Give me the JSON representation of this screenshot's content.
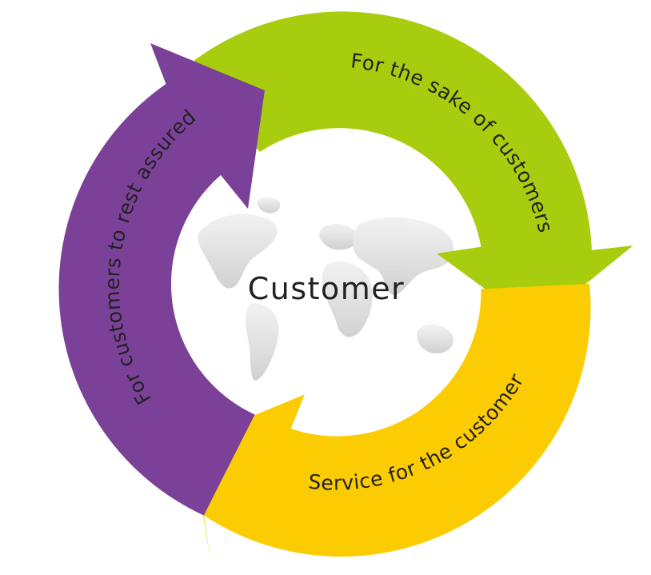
{
  "diagram": {
    "center": {
      "label": "Customer",
      "icon": "world-map-icon"
    },
    "segments": [
      {
        "id": "green",
        "label": "For the sake of customers",
        "color": "#a8cc0e"
      },
      {
        "id": "yellow",
        "label": "Service for the customer",
        "color": "#fccc03"
      },
      {
        "id": "purple",
        "label": "For customers to rest assured",
        "color": "#7b4199"
      }
    ],
    "text_color": "#222222"
  }
}
